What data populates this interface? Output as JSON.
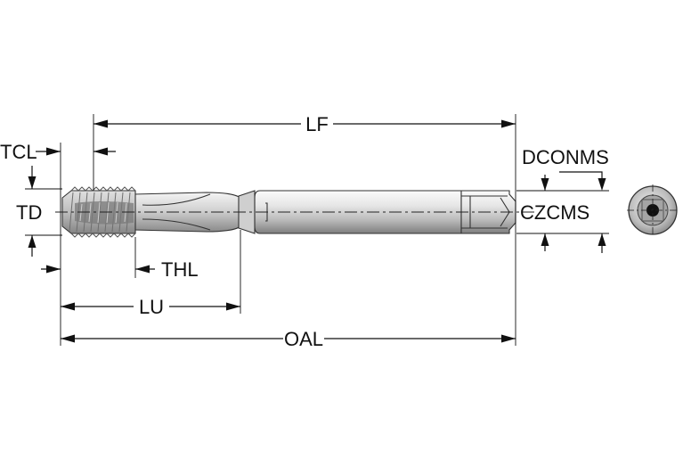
{
  "diagram": {
    "labels": {
      "lf": "LF",
      "tcl": "TCL",
      "td": "TD",
      "dconms": "DCONMS",
      "czcms": "CZCMS",
      "thl": "THL",
      "lu": "LU",
      "oal": "OAL"
    },
    "colors": {
      "line": "#111111",
      "tool_light": "#eeeeee",
      "tool_mid": "#c9c9c9",
      "tool_dark": "#8f8f8f"
    }
  }
}
